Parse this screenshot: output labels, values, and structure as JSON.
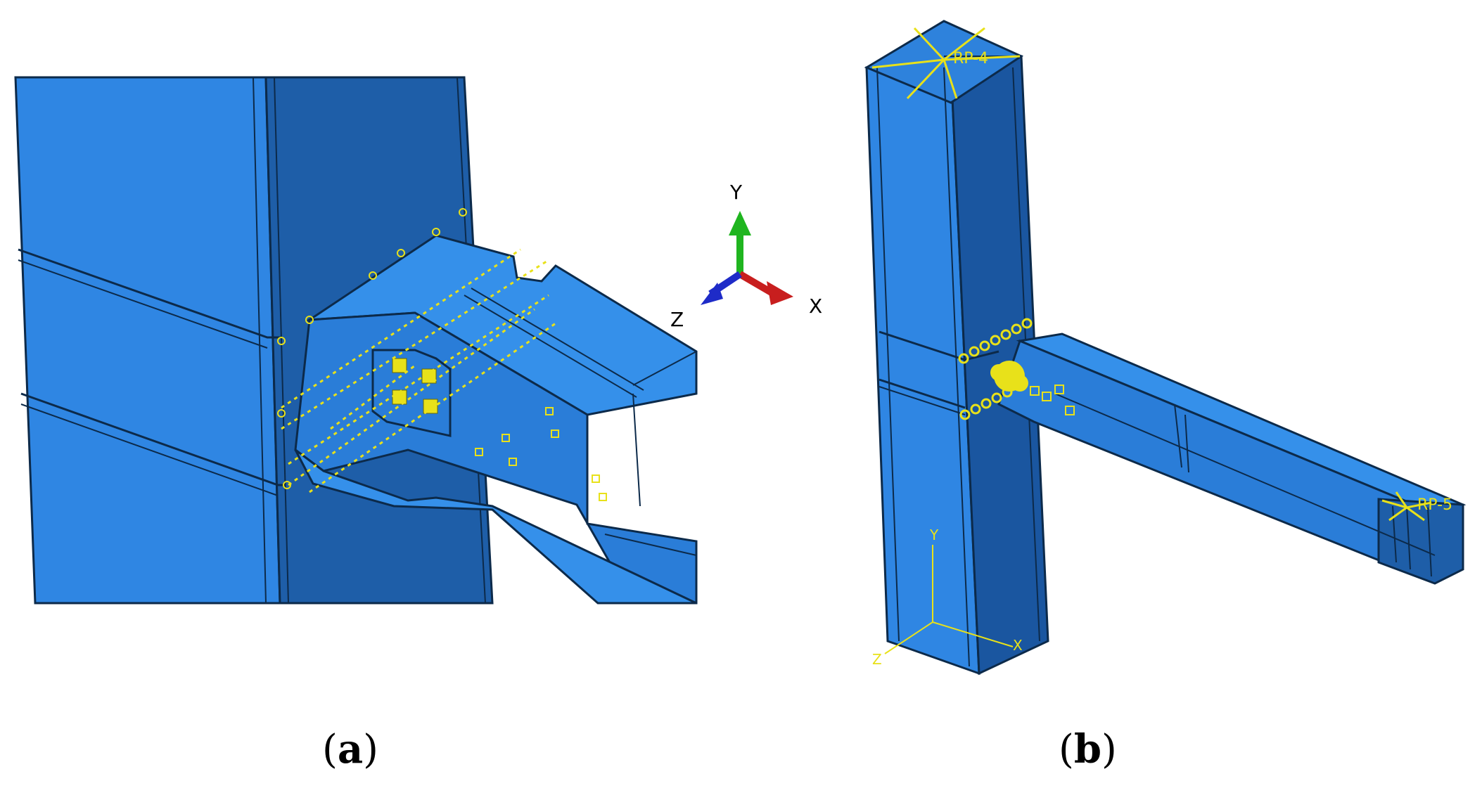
{
  "panels": {
    "a": {
      "caption_letter": "a",
      "caption_open": "(",
      "caption_close": ")"
    },
    "b": {
      "caption_letter": "b",
      "caption_open": "(",
      "caption_close": ")",
      "reference_points": [
        "RP-4",
        "RP-5"
      ],
      "triad_labels": {
        "y": "Y",
        "x": "X",
        "z": "Z"
      }
    }
  },
  "global_triad": {
    "y": "Y",
    "x": "X",
    "z": "Z"
  },
  "colors": {
    "steel_face_light": "#2f86e3",
    "steel_face_mid": "#2171c8",
    "steel_face_dark": "#1a4f8f",
    "edge": "#0c2a4a",
    "constraint": "#e8e11a",
    "axis_y": "#1fb51f",
    "axis_x": "#c81e1e",
    "axis_z": "#1e2bc8"
  }
}
